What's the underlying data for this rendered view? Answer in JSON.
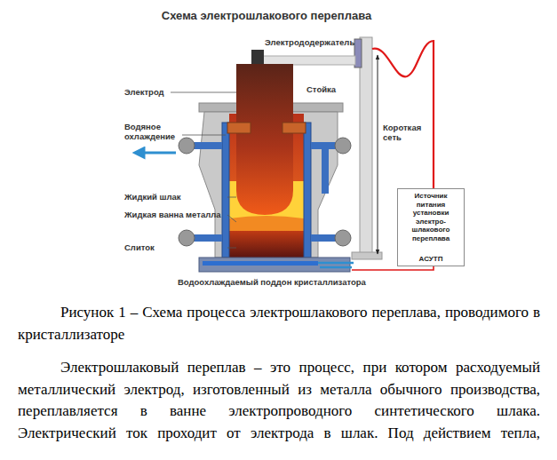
{
  "diagram": {
    "title": "Схема электрошлакового переплава",
    "caption": "Рисунок 1 – Схема процесса электрошлакового переплава, проводимого в кристаллизаторе",
    "nodes": [
      {
        "text": [
          "Источник питания установки электро-шлакового переплава",
          "АСУТП"
        ]
      }
    ],
    "labels": [
      "Электрододержатель",
      "Стойка",
      "Короткая сеть",
      "Электрод",
      "Водяное охлаждение",
      "Жидкий шлак",
      "Жидкая ванна металла",
      "Слиток",
      "Водоохлаждаемый поддон кристаллизатора",
      "Электрошлаковый переплав – это процесс, при котором расходуемый металлический электрод, изготовленный из металла обычного производства, переплавляется в ванне электропроводного синтетического шлака. Электрический ток проходит от электрода в шлак. Под действием тепла,"
    ]
  }
}
